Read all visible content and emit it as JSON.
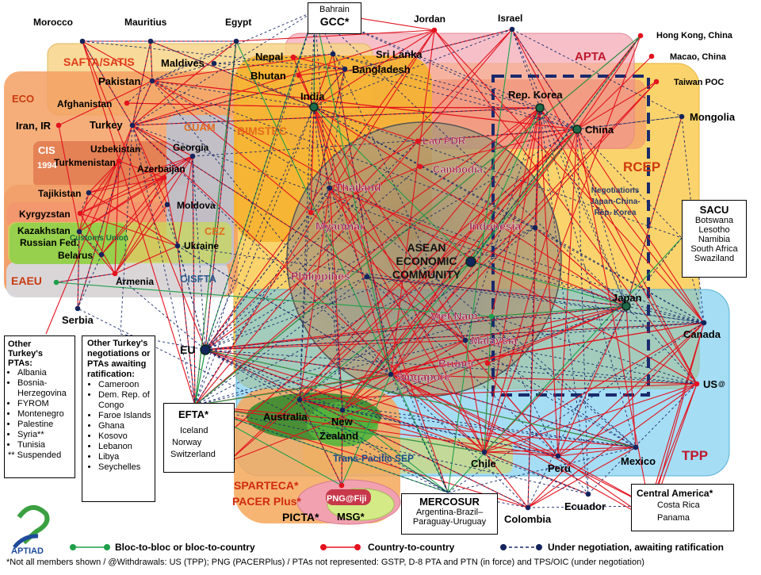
{
  "colors": {
    "country": "#e3121e",
    "bloc": "#1ea04a",
    "nego": "#1a2a6c",
    "node": "#14245c",
    "label_red": "#c0172c",
    "label_maroon": "#9a1848"
  },
  "groups": {
    "safta": "SAFTA/SATIS",
    "apta": "APTA",
    "eco": "ECO",
    "guam": "GUAM",
    "bimstec": "BIMSTEC",
    "cis": "CIS",
    "cis_year": "1994",
    "rcep": "RCEP",
    "cez": "CEZ",
    "customs_union": "Customs Union",
    "cisfta": "CISFTA",
    "eaeu": "EAEU",
    "tpp": "TPP",
    "trans_pacific_sep": "Trans-Pacific SEP",
    "sparteca": "SPARTECA*",
    "pacer": "PACER Plus*",
    "picta": "PICTA*",
    "msg": "MSG*",
    "png_fiji": "PNG@Fiji",
    "asean": [
      "ASEAN",
      "ECONOMIC",
      "COMMUNITY"
    ],
    "negotiations": [
      "Negotiations",
      "Japan-China-",
      "Rep. Korea"
    ]
  },
  "countries": {
    "morocco": "Morocco",
    "mauritius": "Mauritius",
    "egypt": "Egypt",
    "jordan": "Jordan",
    "israel": "Israel",
    "hong_kong": "Hong Kong, China",
    "macao": "Macao, China",
    "taiwan": "Taiwan POC",
    "mongolia": "Mongolia",
    "maldives": "Maldives",
    "nepal": "Nepal",
    "sri_lanka": "Sri Lanka",
    "bhutan": "Bhutan",
    "bangladesh": "Bangladesh",
    "pakistan": "Pakistan",
    "afghanistan": "Afghanistan",
    "iran": "Iran, IR",
    "turkey": "Turkey",
    "india": "India",
    "rep_korea": "Rep. Korea",
    "china": "China",
    "lao": "Lao PDR",
    "uzbekistan": "Uzbekistan",
    "turkmenistan": "Turkmenistan",
    "georgia": "Georgia",
    "azerbaijan": "Azerbaijan",
    "cambodia": "Cambodia",
    "tajikistan": "Tajikistan",
    "thailand": "Thailand",
    "moldova": "Moldova",
    "kyrgyzstan": "Kyrgyzstan",
    "myanmar": "Myanmar",
    "indonesia": "Indonesia",
    "kazakhstan": "Kazakhstan",
    "russian_fed": "Russian Fed.",
    "belarus": "Belarus",
    "ukraine": "Ukraine",
    "armenia": "Armenia",
    "philippines": "Philippines",
    "japan": "Japan",
    "serbia": "Serbia",
    "viet_nam": "Viet Nam",
    "canada": "Canada",
    "malaysia": "Malaysia",
    "eu": "EU",
    "brunei": "Brunei",
    "singapore": "Singapore",
    "us": "US",
    "us_mark": "@",
    "australia": "Australia",
    "new_zealand": [
      "New",
      "Zealand"
    ],
    "chile": "Chile",
    "peru": "Peru",
    "mexico": "Mexico",
    "colombia": "Colombia",
    "ecuador": "Ecuador"
  },
  "boxes": {
    "gcc": {
      "member": "Bahrain",
      "title": "GCC*"
    },
    "efta": {
      "title": "EFTA*",
      "members": [
        "Iceland",
        "Norway",
        "Switzerland"
      ]
    },
    "sacu": {
      "title": "SACU",
      "members": [
        "Botswana",
        "Lesotho",
        "Namibia",
        "South Africa",
        "Swaziland"
      ]
    },
    "mercosur": {
      "title": "MERCOSUR",
      "members": [
        "Argentina-Brazil–",
        "Paraguay-Uruguay"
      ]
    },
    "central_america": {
      "title": "Central America*",
      "members": [
        "Costa Rica",
        "Panama"
      ]
    },
    "turkey_ptas": {
      "title": [
        "Other",
        "Turkey's",
        "PTAs:"
      ],
      "items": [
        "Albania",
        "Bosnia-Herzegovina",
        "FYROM",
        "Montenegro",
        "Palestine",
        "Syria**",
        "Tunisia"
      ],
      "footnote": "** Suspended"
    },
    "turkey_nego": {
      "title": "Other Turkey's negotiations or PTAs awaiting ratification:",
      "items": [
        "Cameroon",
        "Dem. Rep. of Congo",
        "Faroe Islands",
        "Ghana",
        "Kosovo",
        "Lebanon",
        "Libya",
        "Seychelles"
      ]
    }
  },
  "legend": {
    "bloc": "Bloc-to-bloc  or bloc-to-country",
    "country": "Country-to-country",
    "nego": "Under negotiation, awaiting ratification"
  },
  "logo_text": "APTIAD",
  "footnote": "*Not all members shown / @Withdrawals: US (TPP); PNG (PACERPlus) / PTAs not represented: GSTP, D-8 PTA and PTN (in force) and TPS/OIC (under negotiation)"
}
